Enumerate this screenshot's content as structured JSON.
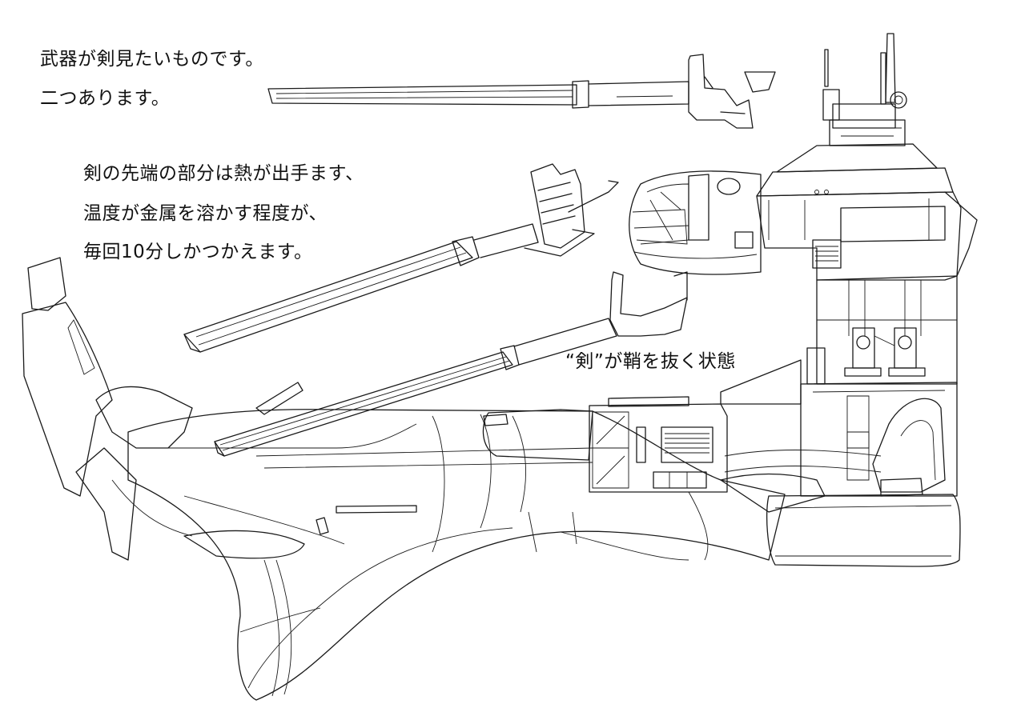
{
  "notes": {
    "line1": "武器が剣見たいものです。",
    "line2": "二つあります。",
    "line3": "剣の先端の部分は熱が出手ます、",
    "line4": "温度が金属を溶かす程度が、",
    "line5": "毎回10分しかつかえます。",
    "caption": "“剣”が鞘を抜く状態"
  }
}
